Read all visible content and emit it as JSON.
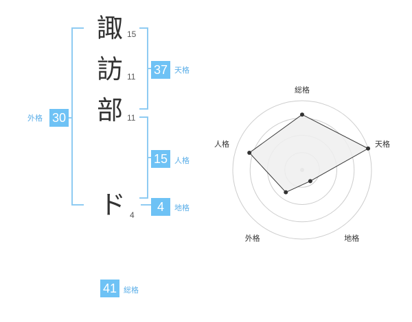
{
  "name": {
    "chars": [
      "諏",
      "訪",
      "部",
      "ド"
    ],
    "strokes": [
      "15",
      "11",
      "11",
      "4"
    ]
  },
  "fortune": {
    "tenkaku": {
      "value": "37",
      "label": "天格"
    },
    "jinkaku": {
      "value": "15",
      "label": "人格"
    },
    "chikaku": {
      "value": "4",
      "label": "地格"
    },
    "gaikaku": {
      "value": "30",
      "label": "外格"
    },
    "soukaku": {
      "value": "41",
      "label": "総格"
    }
  },
  "chart_data": {
    "type": "radar",
    "axes": [
      "総格",
      "天格",
      "地格",
      "外格",
      "人格"
    ],
    "values": [
      4,
      5,
      1,
      2,
      4
    ],
    "max": 5,
    "rings": 4,
    "colors": {
      "fill": "#eeeeee",
      "stroke": "#333333",
      "grid": "#cccccc",
      "dot": "#333333",
      "center": "#bbbbbb"
    }
  }
}
